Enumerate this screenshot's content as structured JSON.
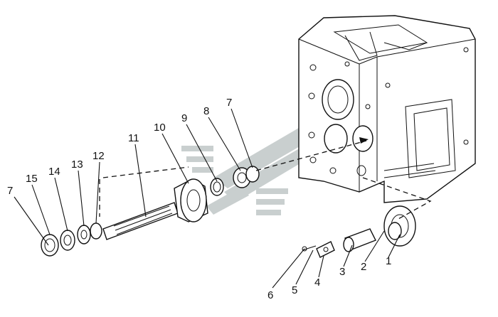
{
  "colors": {
    "ink": "#111111",
    "watermark": "#c9cfcf",
    "background": "#ffffff"
  },
  "labels": [
    {
      "id": "1",
      "text": "1"
    },
    {
      "id": "2",
      "text": "2"
    },
    {
      "id": "3",
      "text": "3"
    },
    {
      "id": "4",
      "text": "4"
    },
    {
      "id": "5",
      "text": "5"
    },
    {
      "id": "6",
      "text": "6"
    },
    {
      "id": "7a",
      "text": "7"
    },
    {
      "id": "7b",
      "text": "7"
    },
    {
      "id": "8",
      "text": "8"
    },
    {
      "id": "9",
      "text": "9"
    },
    {
      "id": "10",
      "text": "10"
    },
    {
      "id": "11",
      "text": "11"
    },
    {
      "id": "12",
      "text": "12"
    },
    {
      "id": "13",
      "text": "13"
    },
    {
      "id": "14",
      "text": "14"
    },
    {
      "id": "15",
      "text": "15"
    }
  ]
}
